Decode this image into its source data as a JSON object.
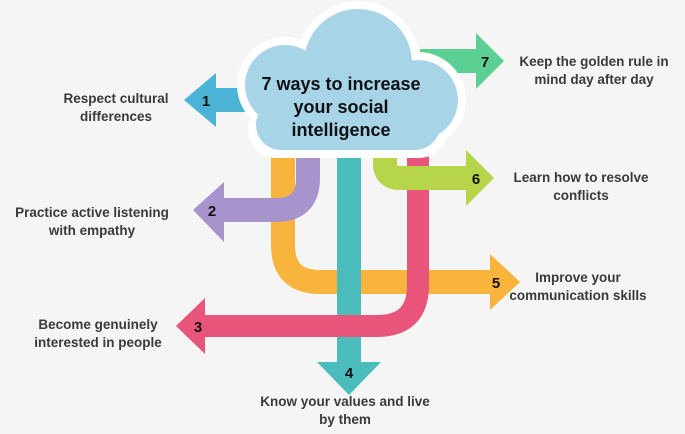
{
  "title": {
    "line1": "7 ways to increase",
    "line2": "your social",
    "line3": "intelligence"
  },
  "colors": {
    "cloud": "#a8d4e8",
    "arrow_1": "#4bb3d5",
    "arrow_2": "#a894cd",
    "arrow_3": "#e8547a",
    "arrow_4": "#4bbcbc",
    "arrow_5": "#f8b43c",
    "arrow_6": "#b7d54a",
    "arrow_7": "#5ccf92"
  },
  "items": [
    {
      "number": "1",
      "line1": "Respect cultural",
      "line2": "differences"
    },
    {
      "number": "2",
      "line1": "Practice active listening",
      "line2": "with empathy"
    },
    {
      "number": "3",
      "line1": "Become genuinely",
      "line2": "interested in people"
    },
    {
      "number": "4",
      "line1": "Know your values and live",
      "line2": "by them"
    },
    {
      "number": "5",
      "line1": "Improve your",
      "line2": "communication skills"
    },
    {
      "number": "6",
      "line1": "Learn how to resolve",
      "line2": "conflicts"
    },
    {
      "number": "7",
      "line1": "Keep the golden rule in",
      "line2": "mind day after day"
    }
  ]
}
